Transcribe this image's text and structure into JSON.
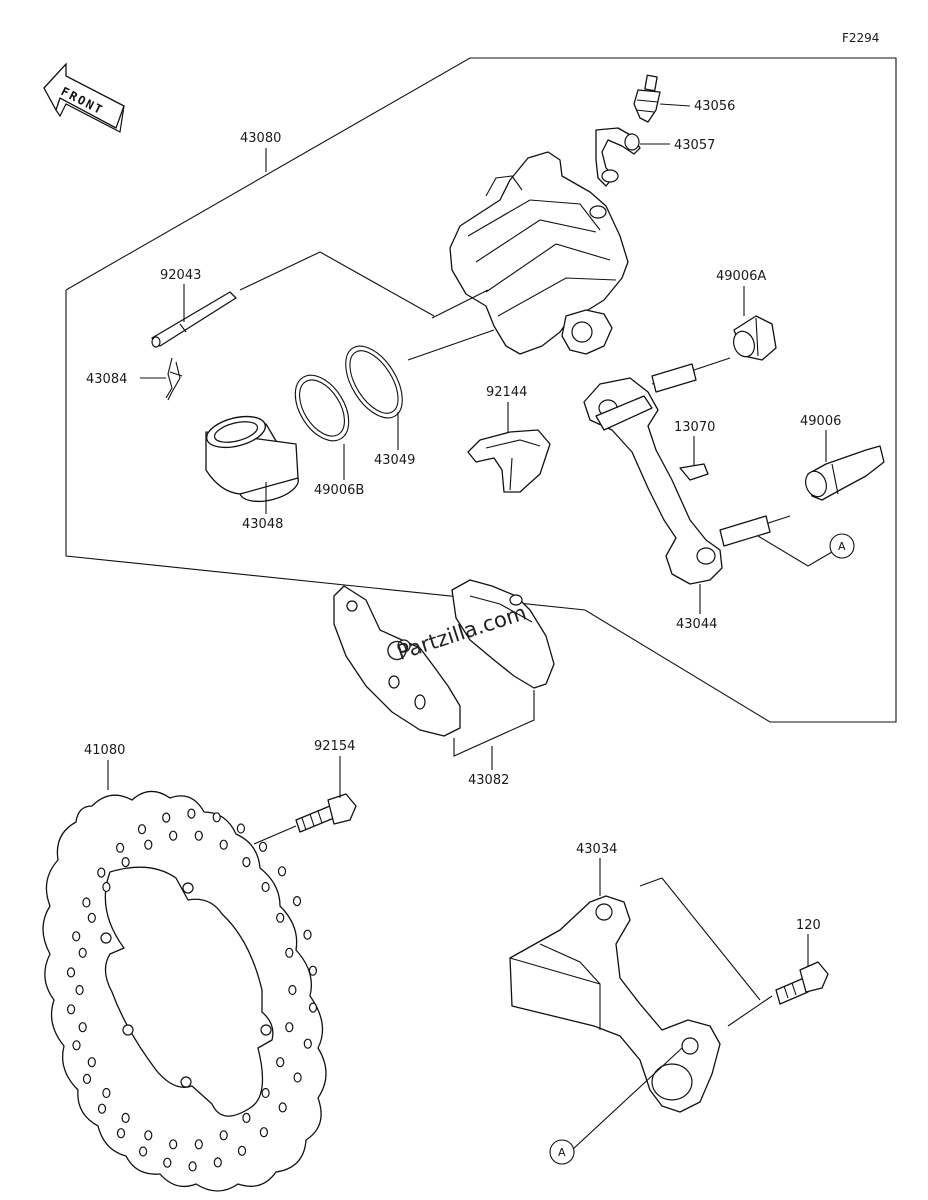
{
  "figure_code": "F2294",
  "front_label": "FRONT",
  "watermark": "Partzilla.com",
  "callout_letter": "A",
  "parts": [
    {
      "id": "p43080",
      "number": "43080"
    },
    {
      "id": "p43056",
      "number": "43056"
    },
    {
      "id": "p43057",
      "number": "43057"
    },
    {
      "id": "p92043",
      "number": "92043"
    },
    {
      "id": "p43084",
      "number": "43084"
    },
    {
      "id": "p49006A",
      "number": "49006A"
    },
    {
      "id": "p92144",
      "number": "92144"
    },
    {
      "id": "p13070",
      "number": "13070"
    },
    {
      "id": "p49006",
      "number": "49006"
    },
    {
      "id": "p43049",
      "number": "43049"
    },
    {
      "id": "p49006B",
      "number": "49006B"
    },
    {
      "id": "p43048",
      "number": "43048"
    },
    {
      "id": "p43044",
      "number": "43044"
    },
    {
      "id": "p41080",
      "number": "41080"
    },
    {
      "id": "p92154",
      "number": "92154"
    },
    {
      "id": "p43082",
      "number": "43082"
    },
    {
      "id": "p43034",
      "number": "43034"
    },
    {
      "id": "p120",
      "number": "120"
    }
  ]
}
